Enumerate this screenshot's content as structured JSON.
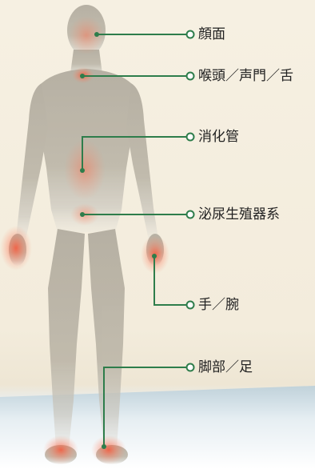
{
  "labels": {
    "face": "顔面",
    "throat": "喉頭／声門／舌",
    "digestive": "消化管",
    "urogenital": "泌尿生殖器系",
    "hand": "手／腕",
    "foot": "脚部／足"
  },
  "colors": {
    "line": "#2e7d4b",
    "dot": "#2e7d4b",
    "highlight": "#ff5a3c",
    "body": "#b9b3a6"
  }
}
